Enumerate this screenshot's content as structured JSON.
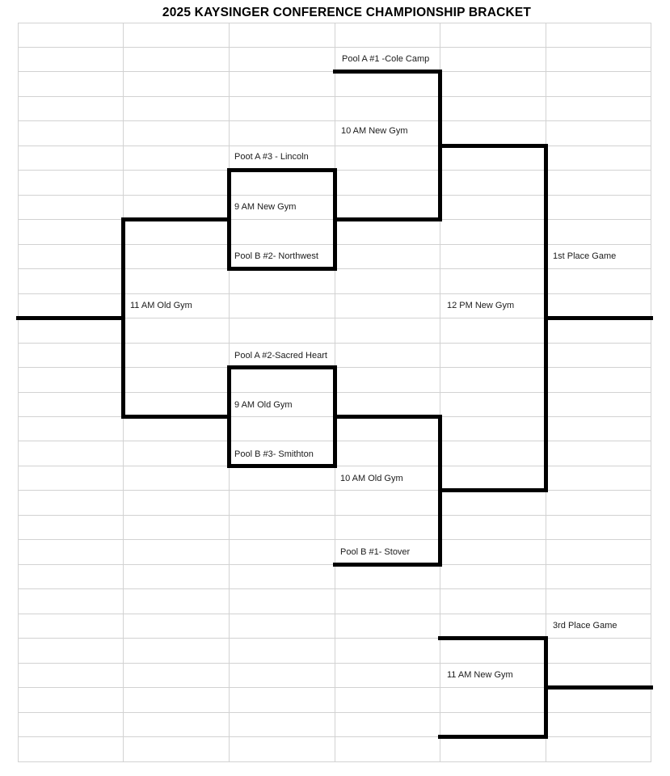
{
  "title": "2025 KAYSINGER CONFERENCE CHAMPIONSHIP BRACKET",
  "colors": {
    "background": "#ffffff",
    "grid_line": "#d2d2d2",
    "bracket_line": "#000000",
    "text": "#1b1b1b"
  },
  "labels": {
    "pool_a1": "Pool A #1 -Cole Camp",
    "time_10am_new": "10 AM New Gym",
    "pool_a3": "Poot A #3 - Lincoln",
    "time_9am_new": "9 AM New Gym",
    "pool_b2": "Pool B #2- Northwest",
    "first_place": "1st Place Game",
    "time_11am_old": "11 AM Old Gym",
    "time_12pm_new": "12 PM New Gym",
    "pool_a2": "Pool A #2-Sacred Heart",
    "time_9am_old": "9 AM Old Gym",
    "pool_b3": "Pool B #3- Smithton",
    "time_10am_old": "10 AM Old Gym",
    "pool_b1": "Pool B #1- Stover",
    "third_place": "3rd Place Game",
    "time_11am_new": "11 AM New Gym"
  }
}
